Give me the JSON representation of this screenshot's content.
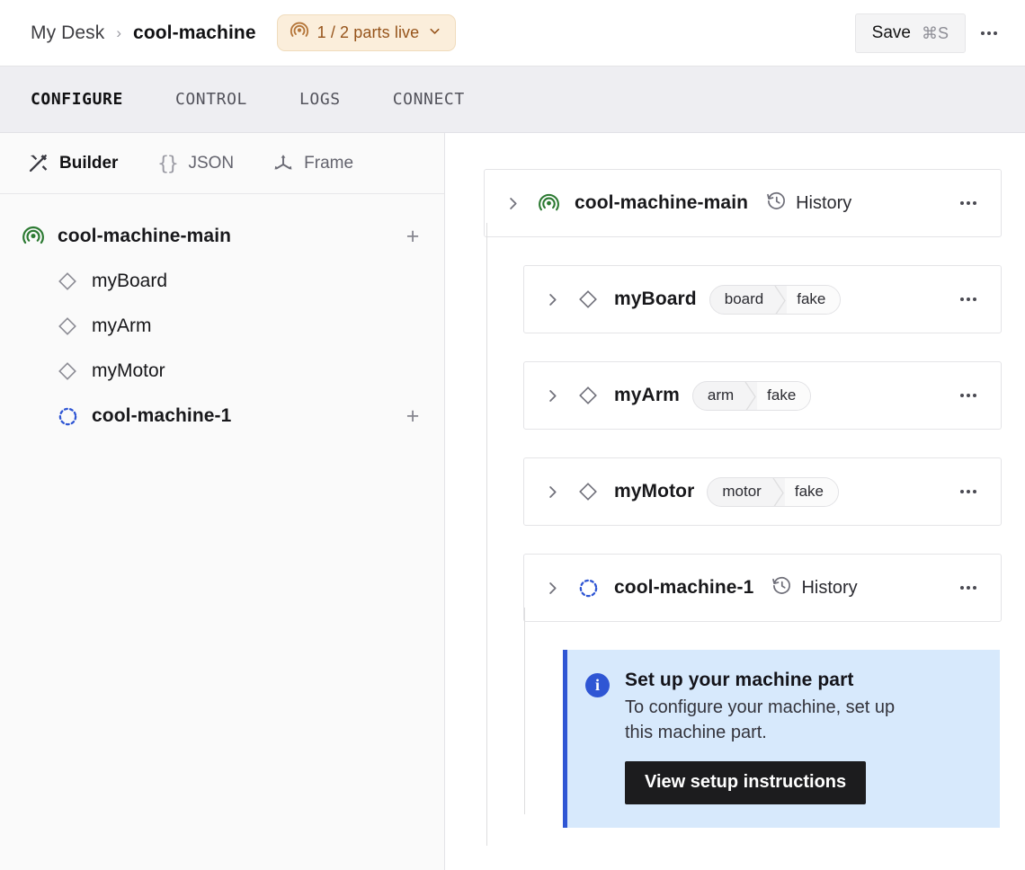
{
  "topbar": {
    "breadcrumb": {
      "root": "My Desk",
      "separator": "›",
      "current": "cool-machine"
    },
    "live_status": {
      "icon": "radar-icon",
      "label": "1 / 2 parts live",
      "chevron": "chevron-down-icon"
    },
    "save": {
      "label": "Save",
      "shortcut": "⌘S"
    },
    "overflow": "more-options-icon"
  },
  "tabs": [
    {
      "label": "CONFIGURE",
      "active": true
    },
    {
      "label": "CONTROL",
      "active": false
    },
    {
      "label": "LOGS",
      "active": false
    },
    {
      "label": "CONNECT",
      "active": false
    }
  ],
  "subnav": [
    {
      "label": "Builder",
      "icon": "tools-icon",
      "active": true
    },
    {
      "label": "JSON",
      "icon": "braces-icon",
      "active": false
    },
    {
      "label": "Frame",
      "icon": "axes-icon",
      "active": false
    }
  ],
  "tree": [
    {
      "label": "cool-machine-main",
      "icon": "radar-icon",
      "icon_color": "#2c7a32",
      "level": 0,
      "bold": true,
      "add": "+"
    },
    {
      "label": "myBoard",
      "icon": "diamond-icon",
      "icon_color": "#8b8b94",
      "level": 1,
      "bold": false,
      "add": ""
    },
    {
      "label": "myArm",
      "icon": "diamond-icon",
      "icon_color": "#8b8b94",
      "level": 1,
      "bold": false,
      "add": ""
    },
    {
      "label": "myMotor",
      "icon": "diamond-icon",
      "icon_color": "#8b8b94",
      "level": 1,
      "bold": false,
      "add": ""
    },
    {
      "label": "cool-machine-1",
      "icon": "dashed-circle-icon",
      "icon_color": "#2f56d4",
      "level": 1,
      "bold": true,
      "add": "+"
    }
  ],
  "cards": [
    {
      "name": "cool-machine-main",
      "icon": "radar-icon",
      "icon_color": "#2c7a32",
      "indent": false,
      "history": "History",
      "type": "",
      "model": "",
      "chevron": "chevron-right-icon",
      "overflow": "more-options-icon"
    },
    {
      "name": "myBoard",
      "icon": "diamond-icon",
      "icon_color": "#8b8b94",
      "indent": true,
      "history": "",
      "type": "board",
      "model": "fake",
      "chevron": "chevron-right-icon",
      "overflow": "more-options-icon"
    },
    {
      "name": "myArm",
      "icon": "diamond-icon",
      "icon_color": "#8b8b94",
      "indent": true,
      "history": "",
      "type": "arm",
      "model": "fake",
      "chevron": "chevron-right-icon",
      "overflow": "more-options-icon"
    },
    {
      "name": "myMotor",
      "icon": "diamond-icon",
      "icon_color": "#8b8b94",
      "indent": true,
      "history": "",
      "type": "motor",
      "model": "fake",
      "chevron": "chevron-right-icon",
      "overflow": "more-options-icon"
    },
    {
      "name": "cool-machine-1",
      "icon": "dashed-circle-icon",
      "icon_color": "#2f56d4",
      "indent": true,
      "history": "History",
      "type": "",
      "model": "",
      "chevron": "chevron-right-icon",
      "overflow": "more-options-icon"
    }
  ],
  "callout": {
    "icon": "info-icon",
    "title": "Set up your machine part",
    "text": "To configure your machine, set up this machine part.",
    "button_label": "View setup instructions"
  },
  "colors": {
    "accent_blue": "#2f56d4",
    "callout_bg": "#d7e9fc",
    "live_pill_bg": "#fbeedb",
    "live_pill_fg": "#96541b",
    "machine_green": "#2c7a32",
    "tabbar_bg": "#eeeef2",
    "sidebar_bg": "#fafafa"
  }
}
